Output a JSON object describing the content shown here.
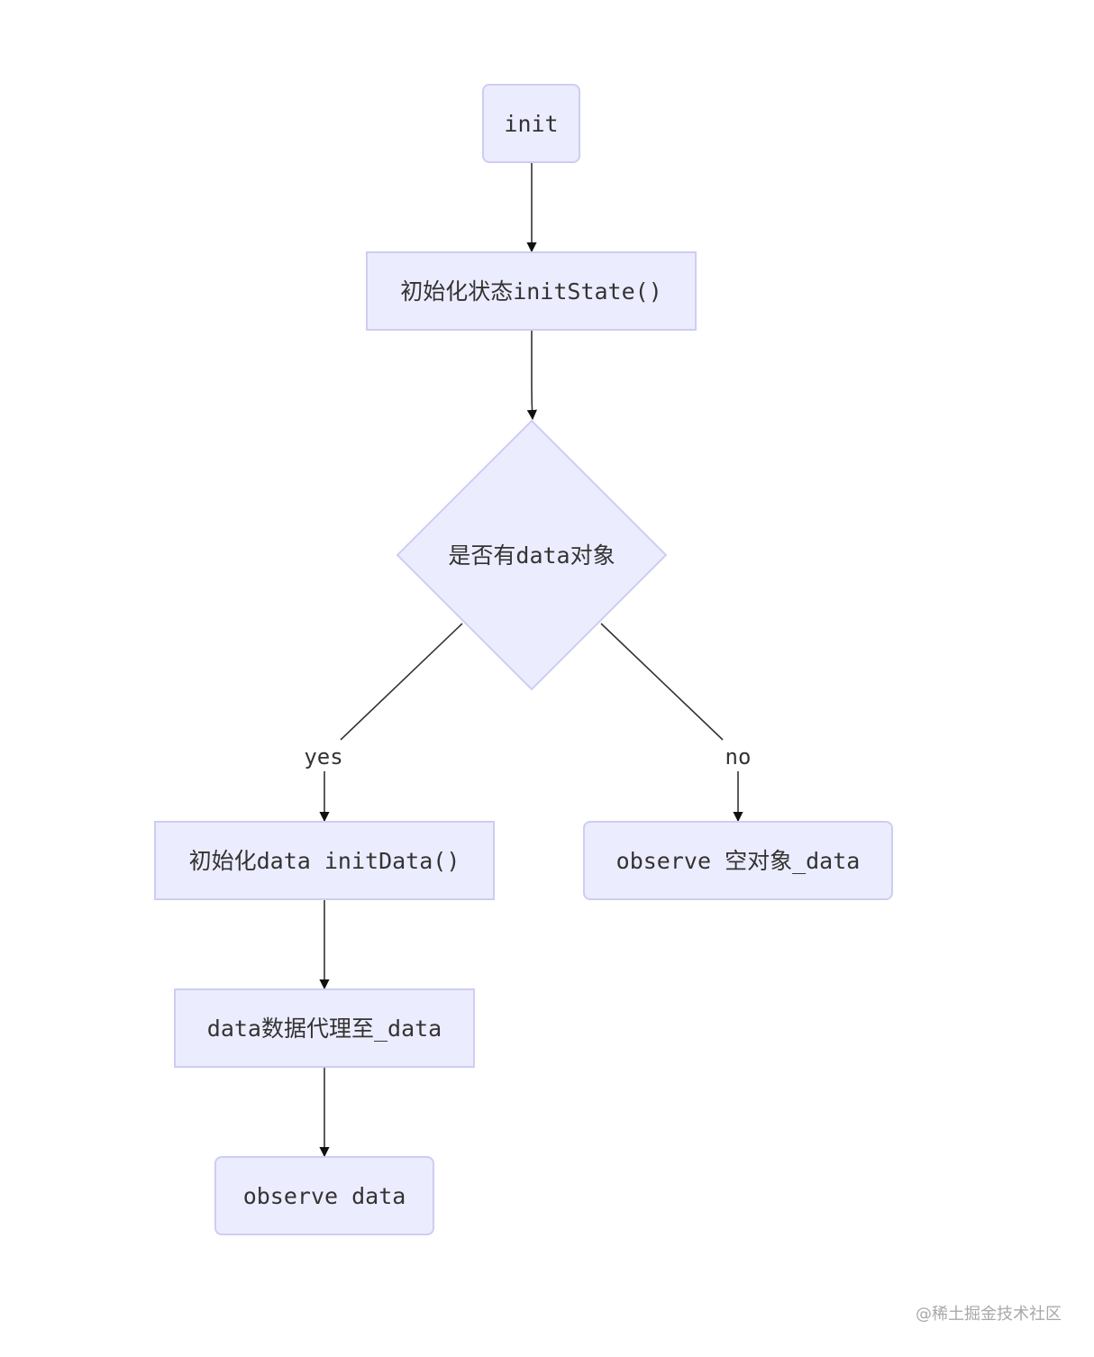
{
  "nodes": {
    "init": "init",
    "init_state": "初始化状态initState()",
    "decision": "是否有data对象",
    "init_data": "初始化data initData()",
    "observe_empty": "observe 空对象_data",
    "proxy": "data数据代理至_data",
    "observe_data": "observe data"
  },
  "edges": {
    "yes_label": "yes",
    "no_label": "no"
  },
  "watermark": "@稀土掘金技术社区",
  "colors": {
    "node_fill": "#ececff",
    "node_stroke": "#cdcdf3",
    "edge": "#333333",
    "text": "#333333"
  }
}
